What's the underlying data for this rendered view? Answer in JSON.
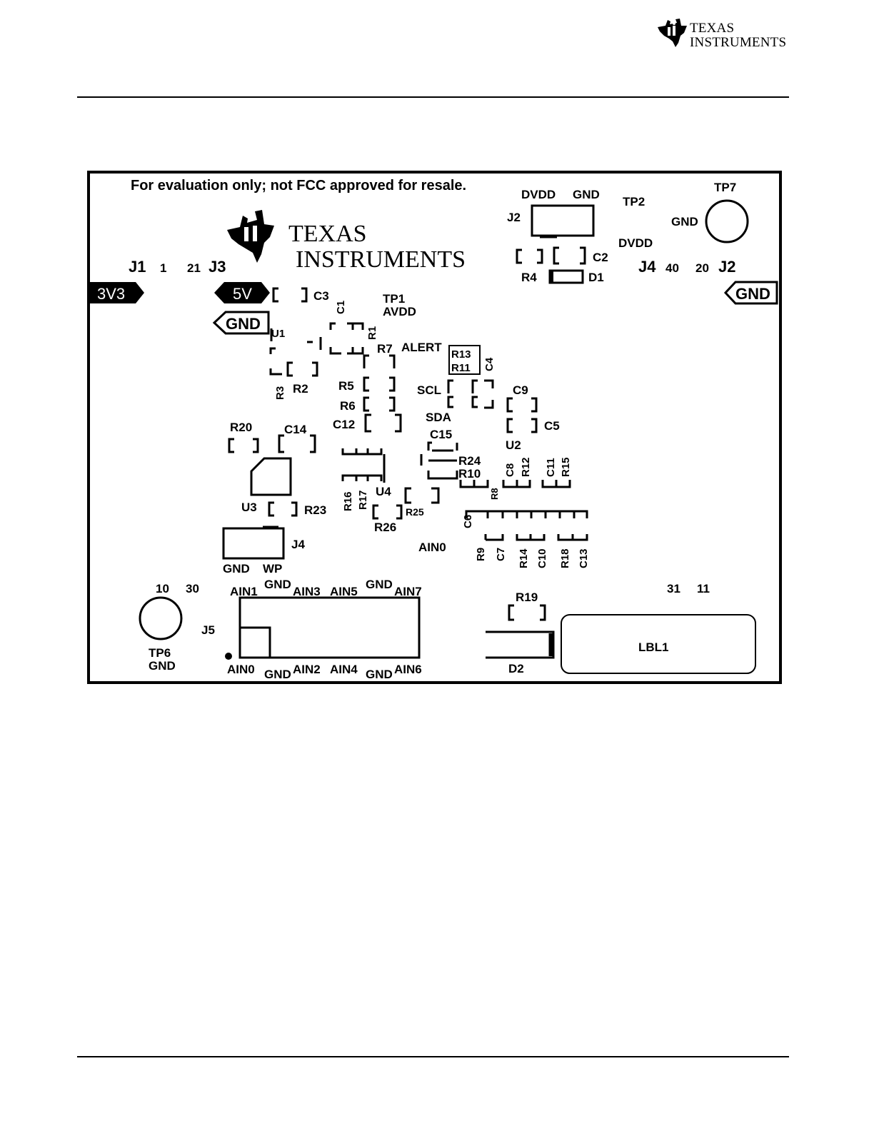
{
  "header": {
    "logo_line1": "TEXAS",
    "logo_line2": "INSTRUMENTS"
  },
  "board": {
    "disclaimer": "For evaluation only; not FCC approved for resale.",
    "logo_line1": "TEXAS",
    "logo_line2": "INSTRUMENTS",
    "flags": [
      {
        "text": "3V3"
      },
      {
        "text": "5V"
      },
      {
        "text": "GND"
      },
      {
        "text": "GND"
      }
    ],
    "labels": [
      {
        "id": "l0",
        "text": "J1"
      },
      {
        "id": "l1",
        "text": "1"
      },
      {
        "id": "l2",
        "text": "21"
      },
      {
        "id": "l3",
        "text": "J3"
      },
      {
        "id": "l4",
        "text": "DVDD"
      },
      {
        "id": "l5",
        "text": "GND"
      },
      {
        "id": "l6",
        "text": "TP2"
      },
      {
        "id": "l7",
        "text": "TP7"
      },
      {
        "id": "l8",
        "text": "J2"
      },
      {
        "id": "l9",
        "text": "GND"
      },
      {
        "id": "l10",
        "text": "DVDD"
      },
      {
        "id": "l11",
        "text": "C2"
      },
      {
        "id": "l12",
        "text": "R4"
      },
      {
        "id": "l13",
        "text": "D1"
      },
      {
        "id": "l14",
        "text": "J4"
      },
      {
        "id": "l15",
        "text": "40"
      },
      {
        "id": "l16",
        "text": "20"
      },
      {
        "id": "l17",
        "text": "J2"
      },
      {
        "id": "l18",
        "text": "C3"
      },
      {
        "id": "l19",
        "text": "C1"
      },
      {
        "id": "l20",
        "text": "TP1"
      },
      {
        "id": "l21",
        "text": "AVDD"
      },
      {
        "id": "l22",
        "text": "U1"
      },
      {
        "id": "l23",
        "text": "R1"
      },
      {
        "id": "l24",
        "text": "R7"
      },
      {
        "id": "l25",
        "text": "ALERT"
      },
      {
        "id": "l26",
        "text": "R13"
      },
      {
        "id": "l27",
        "text": "R11"
      },
      {
        "id": "l28",
        "text": "C4"
      },
      {
        "id": "l29",
        "text": "R3"
      },
      {
        "id": "l30",
        "text": "R2"
      },
      {
        "id": "l31",
        "text": "R5"
      },
      {
        "id": "l32",
        "text": "SCL"
      },
      {
        "id": "l33",
        "text": "C9"
      },
      {
        "id": "l34",
        "text": "R6"
      },
      {
        "id": "l35",
        "text": "SDA"
      },
      {
        "id": "l36",
        "text": "C12"
      },
      {
        "id": "l37",
        "text": "C5"
      },
      {
        "id": "l38",
        "text": "R20"
      },
      {
        "id": "l39",
        "text": "C14"
      },
      {
        "id": "l40",
        "text": "C15"
      },
      {
        "id": "l41",
        "text": "U2"
      },
      {
        "id": "l42",
        "text": "R24"
      },
      {
        "id": "l43",
        "text": "R10"
      },
      {
        "id": "l44",
        "text": "C8"
      },
      {
        "id": "l45",
        "text": "R12"
      },
      {
        "id": "l46",
        "text": "C11"
      },
      {
        "id": "l47",
        "text": "R15"
      },
      {
        "id": "l48",
        "text": "R8"
      },
      {
        "id": "l49",
        "text": "U3"
      },
      {
        "id": "l50",
        "text": "R23"
      },
      {
        "id": "l51",
        "text": "R16"
      },
      {
        "id": "l52",
        "text": "R17"
      },
      {
        "id": "l53",
        "text": "U4"
      },
      {
        "id": "l54",
        "text": "R25"
      },
      {
        "id": "l55",
        "text": "R26"
      },
      {
        "id": "l56",
        "text": "C6"
      },
      {
        "id": "l57",
        "text": "J4"
      },
      {
        "id": "l58",
        "text": "AIN0"
      },
      {
        "id": "l59",
        "text": "R9"
      },
      {
        "id": "l60",
        "text": "C7"
      },
      {
        "id": "l61",
        "text": "R14"
      },
      {
        "id": "l62",
        "text": "C10"
      },
      {
        "id": "l63",
        "text": "R18"
      },
      {
        "id": "l64",
        "text": "C13"
      },
      {
        "id": "l65",
        "text": "GND"
      },
      {
        "id": "l66",
        "text": "WP"
      },
      {
        "id": "l67",
        "text": "10"
      },
      {
        "id": "l68",
        "text": "30"
      },
      {
        "id": "l69",
        "text": "AIN1"
      },
      {
        "id": "l70",
        "text": "GND"
      },
      {
        "id": "l71",
        "text": "AIN3"
      },
      {
        "id": "l72",
        "text": "AIN5"
      },
      {
        "id": "l73",
        "text": "GND"
      },
      {
        "id": "l74",
        "text": "AIN7"
      },
      {
        "id": "l75",
        "text": "R19"
      },
      {
        "id": "l76",
        "text": "31"
      },
      {
        "id": "l77",
        "text": "11"
      },
      {
        "id": "l78",
        "text": "J5"
      },
      {
        "id": "l79",
        "text": "LBL1"
      },
      {
        "id": "l80",
        "text": "TP6"
      },
      {
        "id": "l81",
        "text": "GND"
      },
      {
        "id": "l82",
        "text": "AIN0"
      },
      {
        "id": "l83",
        "text": "GND"
      },
      {
        "id": "l84",
        "text": "AIN2"
      },
      {
        "id": "l85",
        "text": "AIN4"
      },
      {
        "id": "l86",
        "text": "GND"
      },
      {
        "id": "l87",
        "text": "AIN6"
      },
      {
        "id": "l88",
        "text": "D2"
      }
    ]
  }
}
